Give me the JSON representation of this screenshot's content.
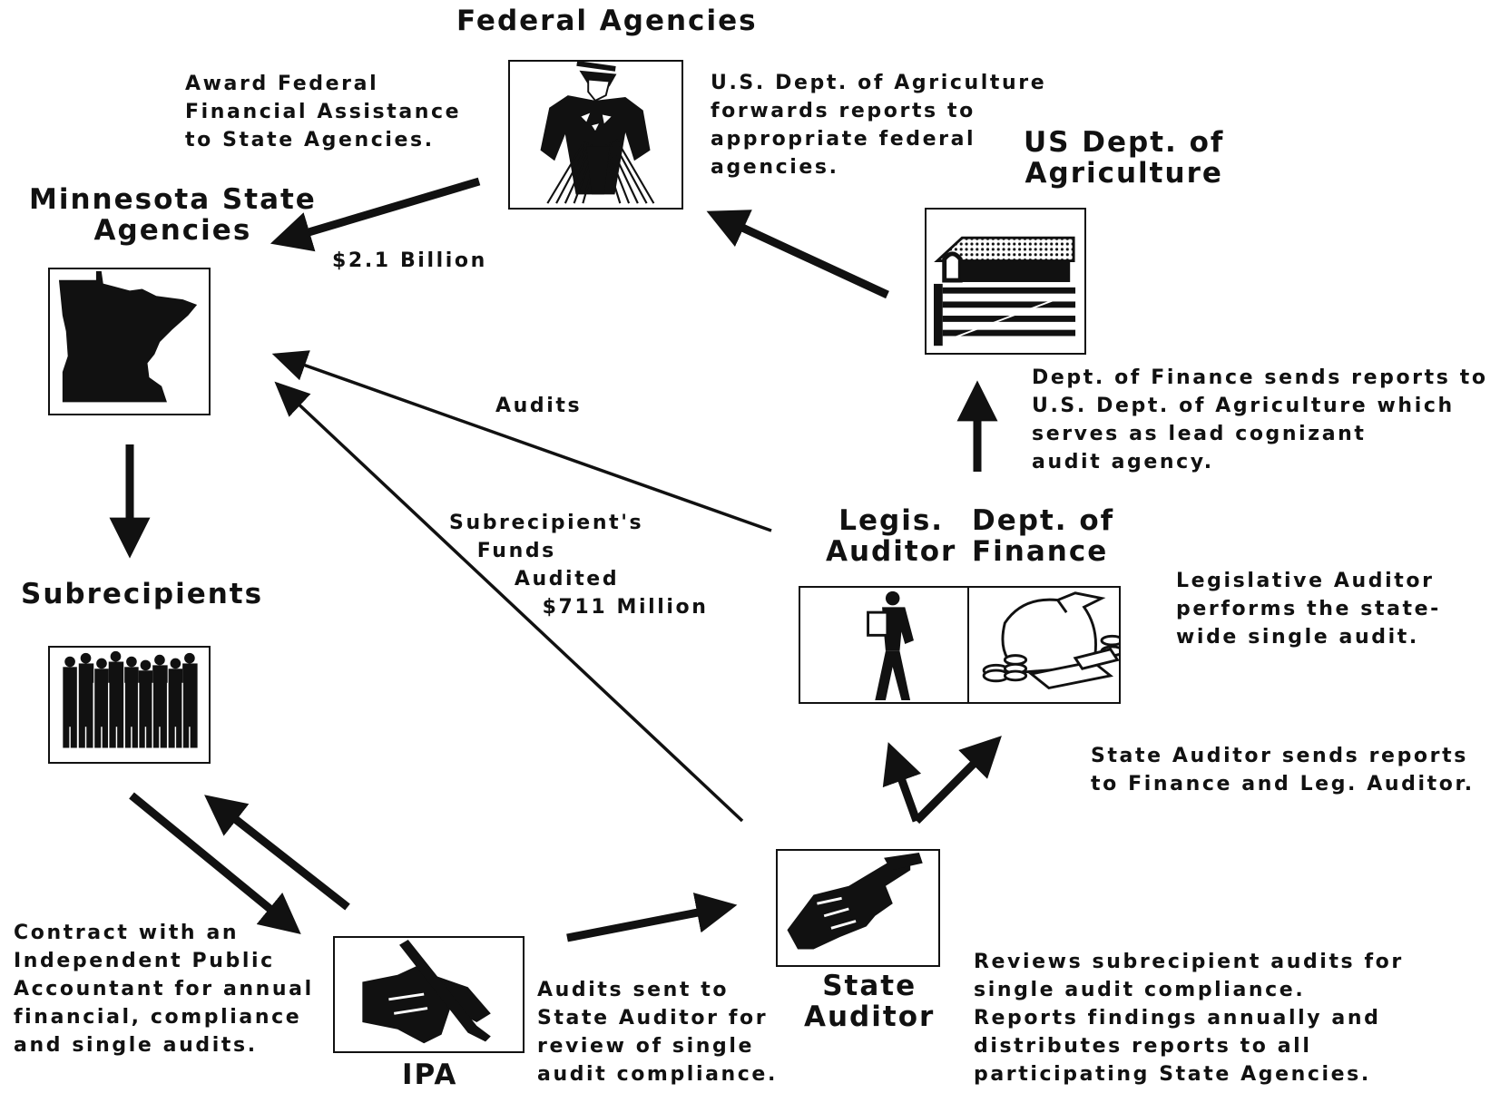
{
  "nodes": {
    "federal": {
      "title": "Federal Agencies"
    },
    "usda": {
      "title": "US Dept. of\nAgriculture"
    },
    "mn": {
      "title": "Minnesota State\nAgencies"
    },
    "subrecipients": {
      "title": "Subrecipients"
    },
    "legis": {
      "title": "Legis.\nAuditor"
    },
    "finance": {
      "title": "Dept. of\nFinance"
    },
    "state_auditor": {
      "title": "State\nAuditor"
    },
    "ipa": {
      "title": "IPA"
    }
  },
  "notes": {
    "award": "Award Federal\nFinancial Assistance\nto State Agencies.",
    "usda_forwards": "U.S. Dept. of Agriculture\nforwards reports to\nappropriate federal\nagencies.",
    "billion": "$2.1 Billion",
    "finance_sends": "Dept. of Finance sends reports to\nU.S. Dept. of Agriculture which\nserves as lead cognizant\naudit agency.",
    "audits": "Audits",
    "subrecipient_funds": "Subrecipient's\n   Funds\n       Audited\n          $711 Million",
    "legis_performs": "Legislative Auditor\nperforms the state-\nwide single audit.",
    "state_sends": "State Auditor sends reports\nto Finance and Leg. Auditor.",
    "contract": "Contract with an\nIndependent Public\nAccountant for annual\nfinancial, compliance\nand single audits.",
    "audits_sent": "Audits sent to\nState Auditor for\nreview of single\naudit compliance.",
    "reviews": "Reviews subrecipient audits for\nsingle audit compliance.\nReports findings annually and\ndistributes reports to all\nparticipating State Agencies."
  },
  "icons": {
    "federal": "uncle-sam-icon",
    "usda": "barn-fence-icon",
    "mn": "minnesota-map-icon",
    "subrecipients": "people-silhouettes-icon",
    "legis": "auditor-figure-icon",
    "finance": "money-bag-coins-icon",
    "state_auditor": "writing-hand-icon",
    "ipa": "writing-hand-icon"
  },
  "colors": {
    "ink": "#111111",
    "paper": "#ffffff"
  }
}
